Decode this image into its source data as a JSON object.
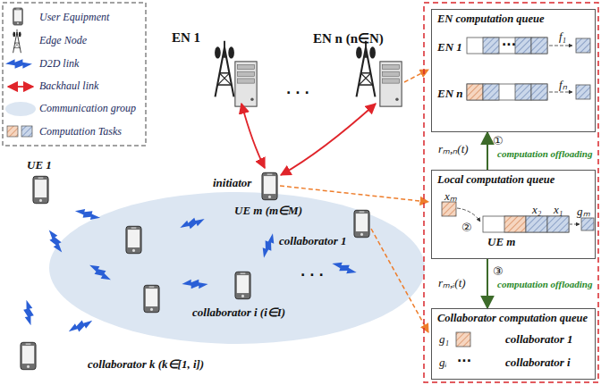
{
  "diagram": {
    "nodes": [
      {
        "text": [
          "EN computation queue",
          "EN 1",
          "...",
          "f₁",
          "EN n",
          "fₙ"
        ]
      },
      {
        "text": [
          "Local computation queue",
          "xₘ",
          "②",
          "x₂",
          "x₁",
          "UE m",
          "gₘ"
        ]
      },
      {
        "text": [
          "Collaborator computation queue",
          "g₁",
          "collaborator 1",
          "gᵢ",
          "···",
          "collaborator i"
        ]
      }
    ],
    "edges": [
      {
        "from": 1,
        "to": 0,
        "arrow": "to",
        "label": "computation offloading"
      },
      {
        "from": 1,
        "to": 2,
        "arrow": "to",
        "label": "computation offloading"
      }
    ],
    "labels": [
      "EN 1",
      "· · ·",
      "EN n (n∈N)",
      "UE 1",
      "initiator",
      "UE m (m∈M)",
      "collaborator 1",
      "· · ·",
      "collaborator i (i∈I)",
      "collaborator k (k∈[1, i])",
      "rₘ,ₙ(t)",
      "①",
      "rₘ,ᵢ(t)",
      "③"
    ],
    "legend": [
      {
        "text": "User Equipment"
      },
      {
        "text": "Edge Node"
      },
      {
        "text": "D2D link"
      },
      {
        "text": "Backhaul link"
      },
      {
        "text": "Communication group"
      },
      {
        "text": "Computation Tasks"
      }
    ]
  }
}
